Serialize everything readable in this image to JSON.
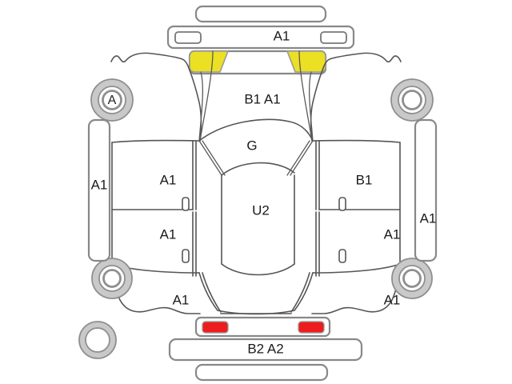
{
  "diagram": {
    "title": "Vehicle Damage Inspection Map",
    "type": "car-top-view-schematic",
    "colors": {
      "background": "#ffffff",
      "outline": "#555555",
      "panel_stroke": "#888888",
      "headlight": "#ebe024",
      "taillight": "#ee1c1c",
      "tire": "#c9c9c9",
      "text": "#1a1a1a"
    }
  },
  "labels": {
    "front_bumper": "A1",
    "hood": "B1  A1",
    "roof": "G",
    "windshield_center": "U2",
    "left_front_fender": "A1",
    "left_front_door": "A1",
    "left_rear_door": "A1",
    "left_rear_quarter": "A1",
    "left_side_panel": "A1",
    "right_front_fender": "B1",
    "right_front_door": "A1",
    "right_rear_quarter": "A1",
    "right_side_panel": "A1",
    "rear_bumper": "B2  A2",
    "wheel_left_front": "A"
  },
  "parts": {
    "front_upper_bar": "",
    "front_bumper_bar": "A1",
    "rear_taillight_bar": "",
    "rear_bumper_bar": "B2  A2",
    "rear_lower_bar": ""
  },
  "markers": {
    "door_handles": 4,
    "headlights": 2,
    "taillights": 2,
    "wheels": 4,
    "spare_wheel": 1
  }
}
